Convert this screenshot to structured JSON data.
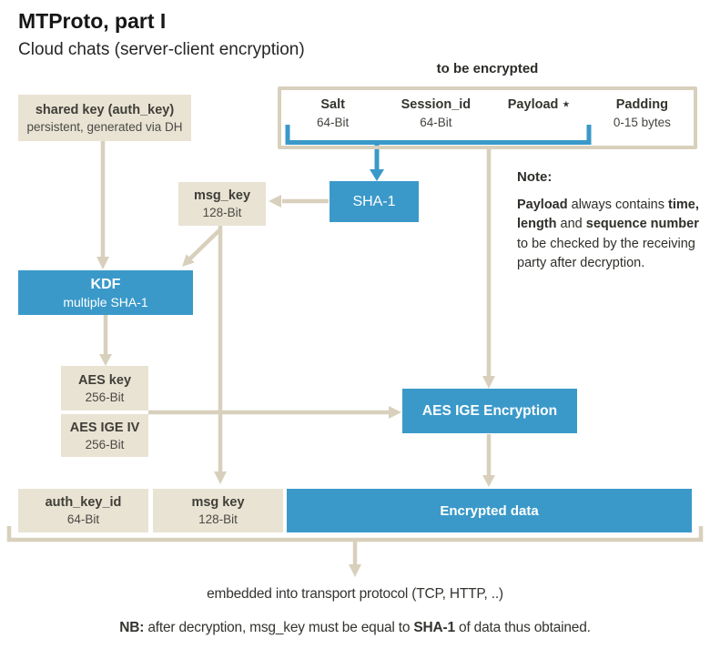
{
  "header": {
    "title": "MTProto, part I",
    "subtitle": "Cloud chats (server-client encryption)"
  },
  "encrypted_group": {
    "label": "to be encrypted",
    "fields": [
      {
        "name": "Salt",
        "size": "64-Bit"
      },
      {
        "name": "Session_id",
        "size": "64-Bit"
      },
      {
        "name": "Payload ⋆",
        "size": ""
      },
      {
        "name": "Padding",
        "size": "0-15 bytes"
      }
    ]
  },
  "boxes": {
    "shared_key": {
      "title": "shared key (auth_key)",
      "subtitle": "persistent, generated via DH"
    },
    "msg_key_top": {
      "title": "msg_key",
      "subtitle": "128-Bit"
    },
    "sha1": {
      "title": "SHA-1"
    },
    "kdf": {
      "title": "KDF",
      "subtitle": "multiple SHA-1"
    },
    "aes_key": {
      "title": "AES key",
      "subtitle": "256-Bit"
    },
    "aes_ige_iv": {
      "title": "AES IGE IV",
      "subtitle": "256-Bit"
    },
    "aes_ige_encryption": {
      "title": "AES IGE Encryption"
    },
    "auth_key_id": {
      "title": "auth_key_id",
      "subtitle": "64-Bit"
    },
    "msg_key_bottom": {
      "title": "msg key",
      "subtitle": "128-Bit"
    },
    "encrypted_data": {
      "title": "Encrypted data"
    }
  },
  "note": {
    "heading": "Note:",
    "p1": "Payload",
    "p2": " always contains ",
    "p3": "time,",
    "p4": " ",
    "p5": "length",
    "p6": " and ",
    "p7": "sequence number",
    "p8": " to be checked by the receiving party after decryption."
  },
  "footer": {
    "transport": "embedded into transport protocol (TCP, HTTP, ..)",
    "nb1": "NB:",
    "nb2": " after decryption, msg_key must be equal to ",
    "nb3": "SHA-1",
    "nb4": " of data thus obtained."
  },
  "colors": {
    "accent_blue": "#3a99c9",
    "box_beige": "#e9e3d4",
    "line_beige": "#d8d0bc"
  }
}
